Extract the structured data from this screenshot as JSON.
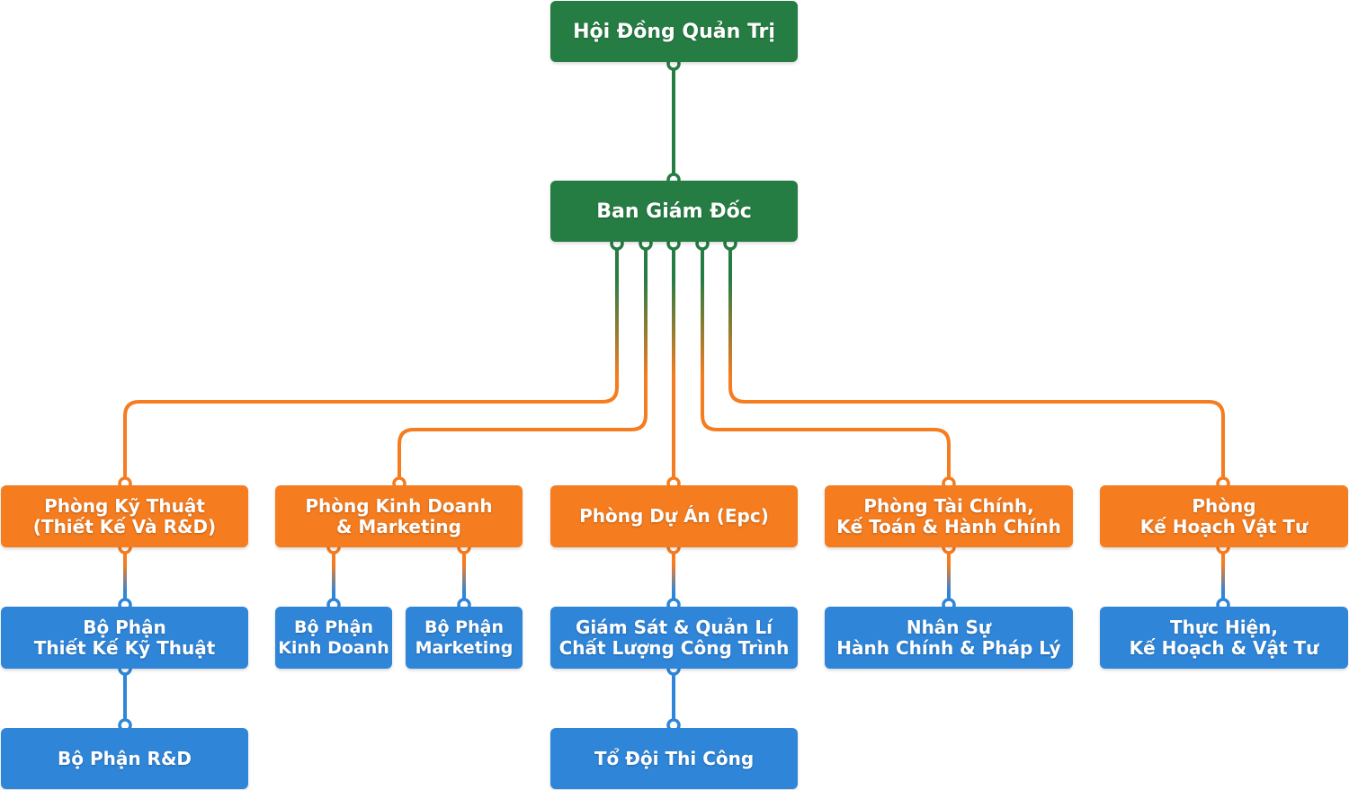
{
  "colors": {
    "board": "#257d43",
    "department": "#f57c1f",
    "unit": "#2f86d9",
    "background": "#ffffff"
  },
  "board": {
    "label": "Hội Đồng Quản Trị"
  },
  "directors": {
    "label": "Ban Giám Đốc"
  },
  "departments": [
    {
      "lines": [
        "Phòng Kỹ Thuật",
        "(Thiết Kế Và R&D)"
      ]
    },
    {
      "lines": [
        "Phòng Kinh Doanh",
        "& Marketing"
      ]
    },
    {
      "lines": [
        "Phòng Dự Án (Epc)"
      ]
    },
    {
      "lines": [
        "Phòng Tài Chính,",
        "Kế Toán & Hành Chính"
      ]
    },
    {
      "lines": [
        "Phòng",
        "Kế Hoạch Vật Tư"
      ]
    }
  ],
  "units": [
    {
      "lines": [
        "Bộ Phận",
        "Thiết Kế Kỹ Thuật"
      ]
    },
    {
      "lines": [
        "Bộ Phận R&D"
      ]
    },
    {
      "lines": [
        "Bộ Phận",
        "Kinh Doanh"
      ]
    },
    {
      "lines": [
        "Bộ Phận",
        "Marketing"
      ]
    },
    {
      "lines": [
        "Giám Sát & Quản Lí",
        "Chất Lượng Công Trình"
      ]
    },
    {
      "lines": [
        "Tổ Đội Thi Công"
      ]
    },
    {
      "lines": [
        "Nhân Sự",
        "Hành Chính & Pháp Lý"
      ]
    },
    {
      "lines": [
        "Thực Hiện,",
        "Kế Hoạch & Vật Tư"
      ]
    }
  ]
}
